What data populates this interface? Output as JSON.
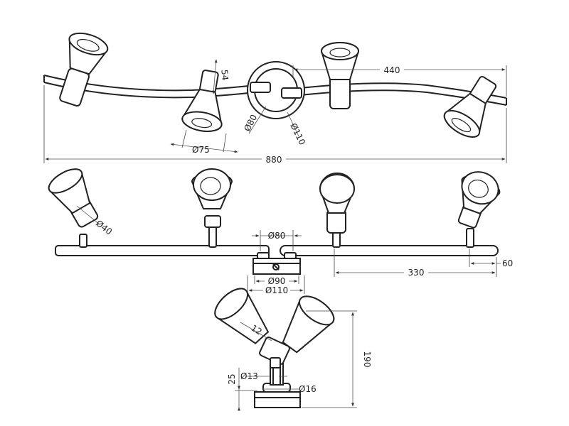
{
  "diagram": {
    "top_view": {
      "width_label": "880",
      "half_width_label": "440",
      "shade_diameter_label": "Ø75",
      "shade_depth_label": "54",
      "base_inner_diameter_label": "Ø80",
      "base_outer_diameter_label": "Ø110"
    },
    "front_view": {
      "joint_diameter_label": "Ø40",
      "plate_diameter_label": "Ø80",
      "cap_diameter_label": "Ø90",
      "base_diameter_label": "Ø110",
      "arm_length_label": "330",
      "end_offset_label": "60"
    },
    "side_view": {
      "height_label": "190",
      "knuckle_label": "12",
      "stem_diameter_label": "Ø13",
      "base_height_label": "25",
      "nut_diameter_label": "Ø16"
    }
  }
}
